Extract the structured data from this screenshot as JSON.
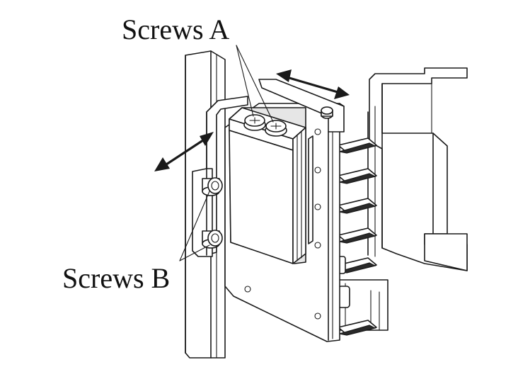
{
  "labels": {
    "screws_a": "Screws A",
    "screws_b": "Screws B"
  },
  "colors": {
    "line": "#1a1a1a",
    "background": "#ffffff",
    "shade": "#e6e6e6"
  },
  "icons": {
    "adjust_arrow": "double-headed-arrow",
    "screw": "phillips-screw-head"
  }
}
